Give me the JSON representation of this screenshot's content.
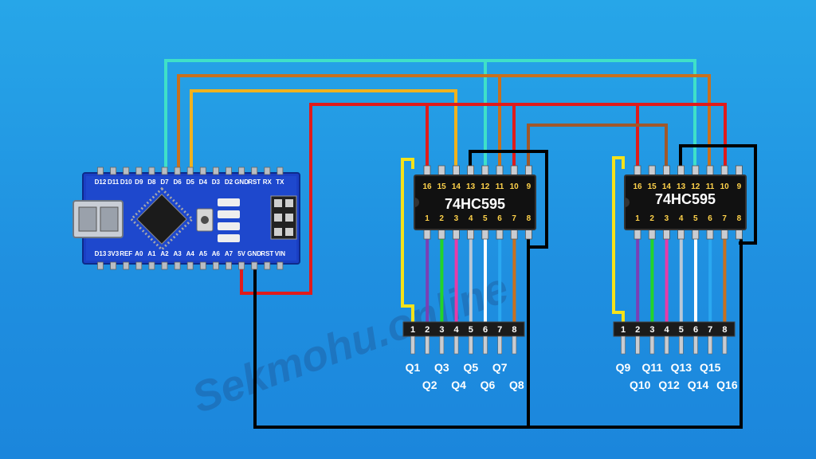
{
  "watermark": "Sekmohu.online",
  "colors": {
    "background": "#239be6",
    "board": "#1a3fc4",
    "chip": "#111111",
    "pin_label": "#ffd24a",
    "wire_red": "#e01b1b",
    "wire_black": "#000000",
    "wire_cyan": "#3fe0c8",
    "wire_orange": "#c8701e",
    "wire_yellow_orange": "#f0b21e",
    "wire_brown": "#a0582a"
  },
  "arduino": {
    "top_pins": [
      "D12",
      "D11",
      "D10",
      "D9",
      "D8",
      "D7",
      "D6",
      "D5",
      "D4",
      "D3",
      "D2",
      "GND",
      "RST",
      "RX",
      "TX"
    ],
    "bottom_pins": [
      "D13",
      "3V3",
      "REF",
      "A0",
      "A1",
      "A2",
      "A3",
      "A4",
      "A5",
      "A6",
      "A7",
      "5V",
      "GND",
      "RST",
      "VIN"
    ]
  },
  "chips": [
    {
      "title": "74HC595",
      "top_pins": [
        "16",
        "15",
        "14",
        "13",
        "12",
        "11",
        "10",
        "9"
      ],
      "bottom_pins": [
        "1",
        "2",
        "3",
        "4",
        "5",
        "6",
        "7",
        "8"
      ],
      "header_pins": [
        "1",
        "2",
        "3",
        "4",
        "5",
        "6",
        "7",
        "8"
      ],
      "outputs_row1": [
        "Q1",
        "Q3",
        "Q5",
        "Q7"
      ],
      "outputs_row2": [
        "Q2",
        "Q4",
        "Q6",
        "Q8"
      ]
    },
    {
      "title": "74HC595",
      "top_pins": [
        "16",
        "15",
        "14",
        "13",
        "12",
        "11",
        "10",
        "9"
      ],
      "bottom_pins": [
        "1",
        "2",
        "3",
        "4",
        "5",
        "6",
        "7",
        "8"
      ],
      "header_pins": [
        "1",
        "2",
        "3",
        "4",
        "5",
        "6",
        "7",
        "8"
      ],
      "outputs_row1": [
        "Q9",
        "Q11",
        "Q13",
        "Q15"
      ],
      "outputs_row2": [
        "Q10",
        "Q12",
        "Q14",
        "Q16"
      ]
    }
  ],
  "output_wire_colors": [
    "#f5e21a",
    "#7a3fb5",
    "#22d42a",
    "#e83aa8",
    "#b8c8d8",
    "#ffffff",
    "#2aa8f0",
    "#c8701e"
  ]
}
